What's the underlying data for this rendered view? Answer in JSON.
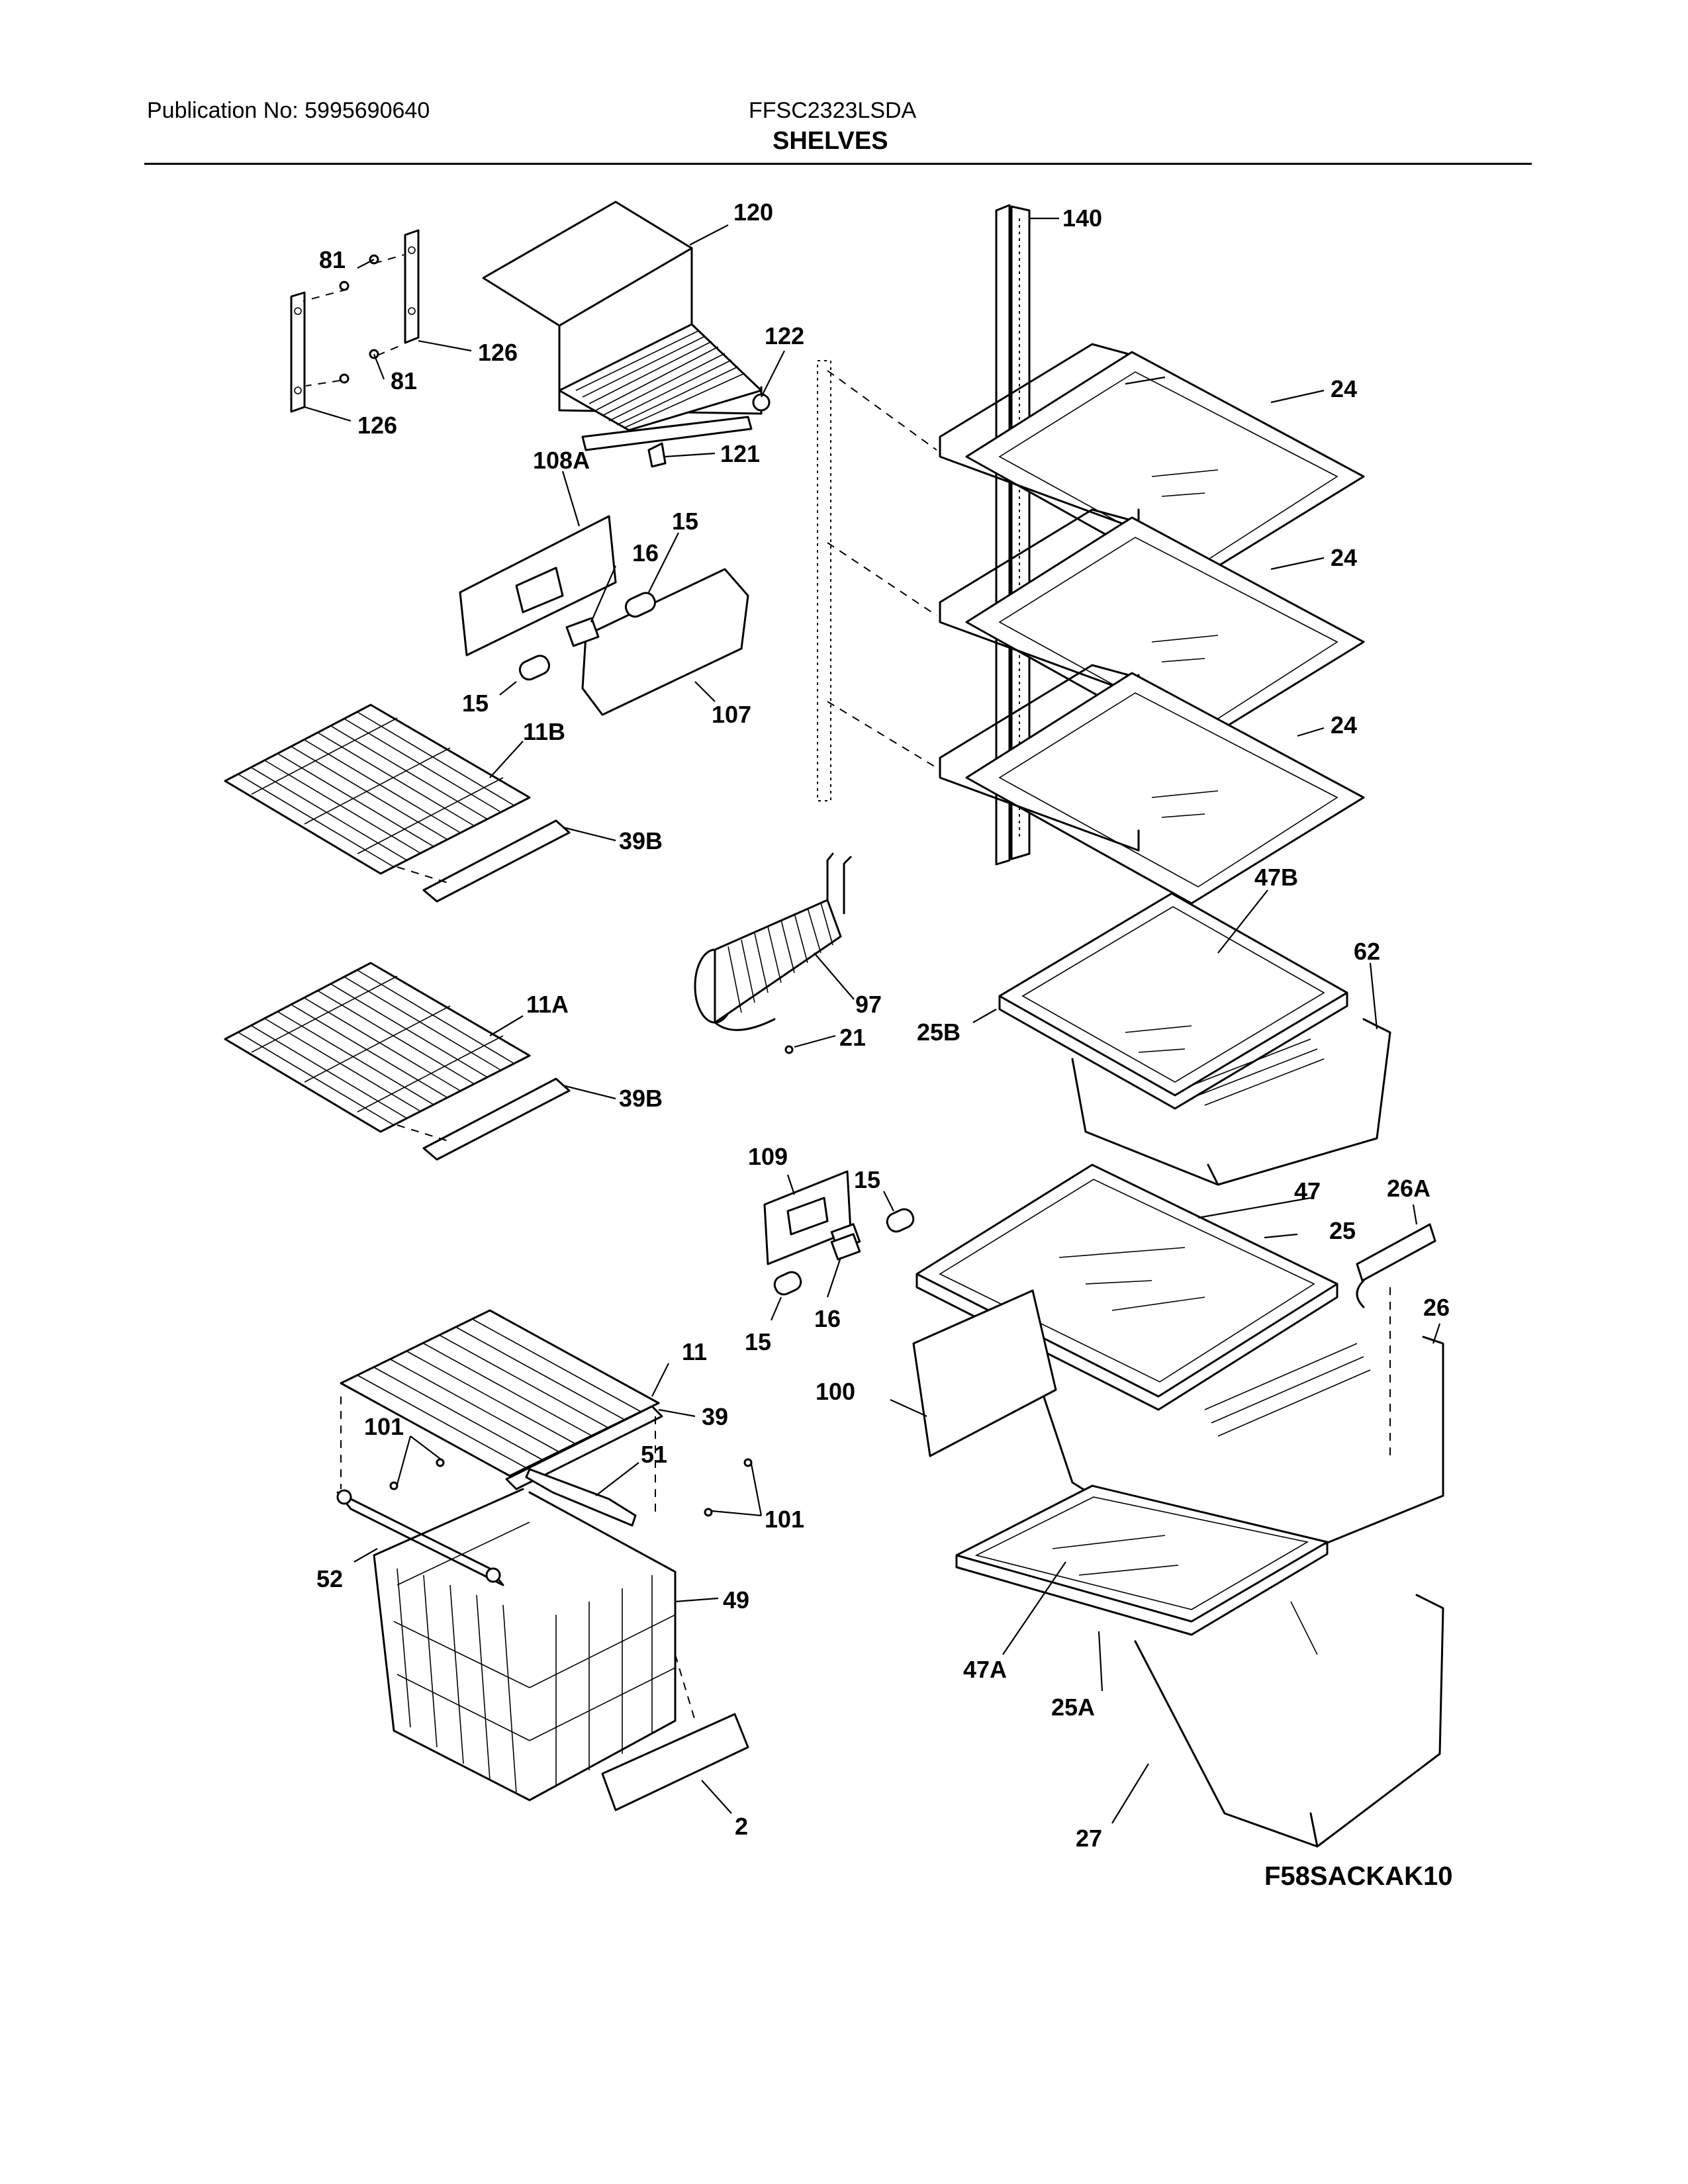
{
  "header": {
    "publication": "Publication No: 5995690640",
    "model": "FFSC2323LSDA",
    "section_title": "SHELVES"
  },
  "figure_id": "F58SACKAK10",
  "callouts": {
    "c81a": "81",
    "c81b": "81",
    "c126a": "126",
    "c126b": "126",
    "c120": "120",
    "c122": "122",
    "c121": "121",
    "c140": "140",
    "c24a": "24",
    "c24b": "24",
    "c24c": "24",
    "c108A": "108A",
    "c15a": "15",
    "c16a": "16",
    "c15b": "15",
    "c107": "107",
    "c11B": "11B",
    "c39Ba": "39B",
    "c11A": "11A",
    "c39Bb": "39B",
    "c97": "97",
    "c21": "21",
    "c47B": "47B",
    "c62": "62",
    "c25B": "25B",
    "c109": "109",
    "c15c": "15",
    "c15d": "15",
    "c16b": "16",
    "c47": "47",
    "c25": "25",
    "c26A": "26A",
    "c26": "26",
    "c100": "100",
    "c11": "11",
    "c39": "39",
    "c101a": "101",
    "c51": "51",
    "c101b": "101",
    "c52": "52",
    "c49": "49",
    "c2": "2",
    "c47A": "47A",
    "c25A": "25A",
    "c27": "27"
  }
}
